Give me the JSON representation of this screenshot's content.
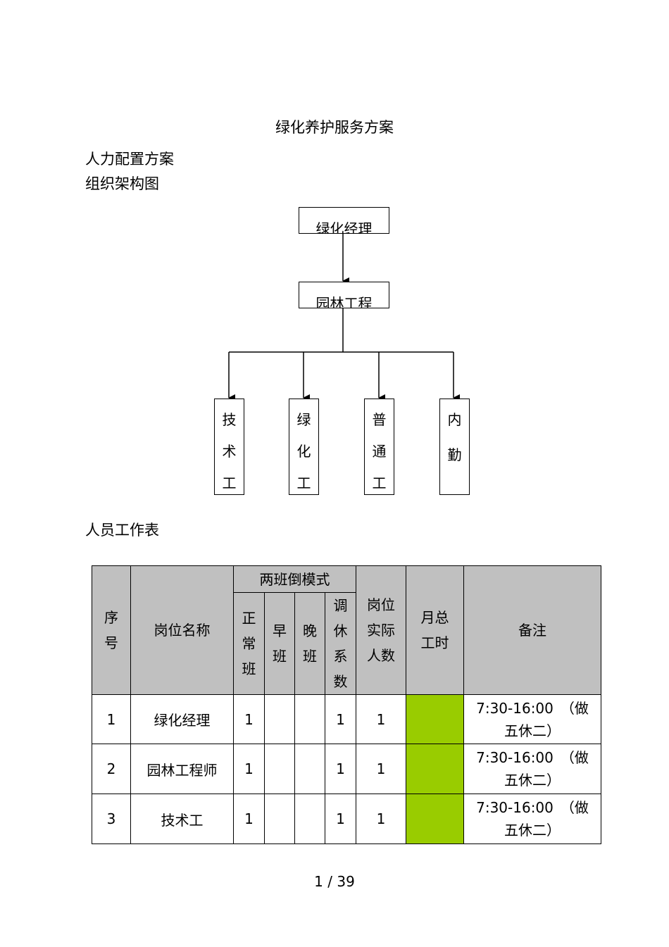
{
  "document": {
    "title": "绿化养护服务方案",
    "section_heading": "人力配置方案",
    "org_chart_heading": "组织架构图",
    "table_heading": "人员工作表",
    "page_number": "1 / 39"
  },
  "org_chart": {
    "top": "绿化经理",
    "middle": "园林工程",
    "children": [
      {
        "chars": [
          "技",
          "术",
          "工"
        ]
      },
      {
        "chars": [
          "绿",
          "化",
          "工"
        ]
      },
      {
        "chars": [
          "普",
          "通",
          "工"
        ]
      },
      {
        "chars": [
          "内",
          "勤"
        ]
      }
    ]
  },
  "staff_table": {
    "headers": {
      "index": [
        "序",
        "号"
      ],
      "position": "岗位名称",
      "shift_group": "两班倒模式",
      "normal": [
        "正",
        "常",
        "班"
      ],
      "early": [
        "早",
        "班"
      ],
      "late": [
        "晚",
        "班"
      ],
      "rest_coef": [
        "调",
        "休",
        "系",
        "数"
      ],
      "actual_count": [
        "岗位",
        "实际",
        "人数"
      ],
      "monthly_hours": [
        "月总",
        "工时"
      ],
      "notes": "备注"
    },
    "rows": [
      {
        "index": "1",
        "position": "绿化经理",
        "normal": "1",
        "early": "",
        "late": "",
        "rest_coef": "1",
        "actual_count": "1",
        "monthly_hours": "",
        "note_line1": "7:30-16:00　（做",
        "note_line2": "五休二）"
      },
      {
        "index": "2",
        "position": "园林工程师",
        "normal": "1",
        "early": "",
        "late": "",
        "rest_coef": "1",
        "actual_count": "1",
        "monthly_hours": "",
        "note_line1": "7:30-16:00　（做",
        "note_line2": "五休二）"
      },
      {
        "index": "3",
        "position": "技术工",
        "normal": "1",
        "early": "",
        "late": "",
        "rest_coef": "1",
        "actual_count": "1",
        "monthly_hours": "",
        "note_line1": "7:30-16:00　（做",
        "note_line2": "五休二）"
      }
    ],
    "highlight_color": "#99cc00",
    "header_color": "#c0c0c0"
  }
}
